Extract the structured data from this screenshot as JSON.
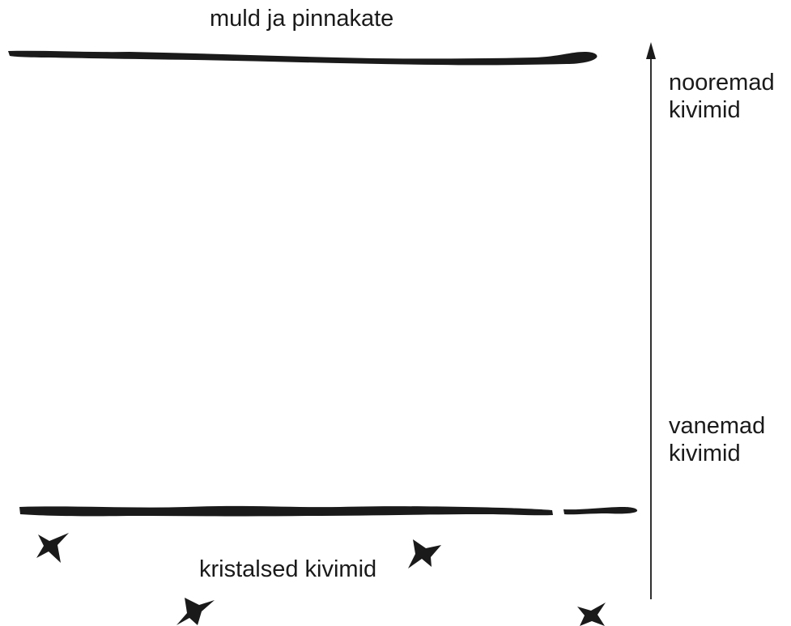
{
  "diagram": {
    "labels": {
      "surface": "muld ja pinnakate",
      "younger_line1": "nooremad",
      "younger_line2": "kivimid",
      "older_line1": "vanemad",
      "older_line2": "kivimid",
      "crystalline": "kristalsed kivimid"
    },
    "colors": {
      "ink": "#1a1a1a",
      "background": "#ffffff"
    },
    "icons": [
      "crystal-mark-icon",
      "arrow-up-icon"
    ]
  }
}
